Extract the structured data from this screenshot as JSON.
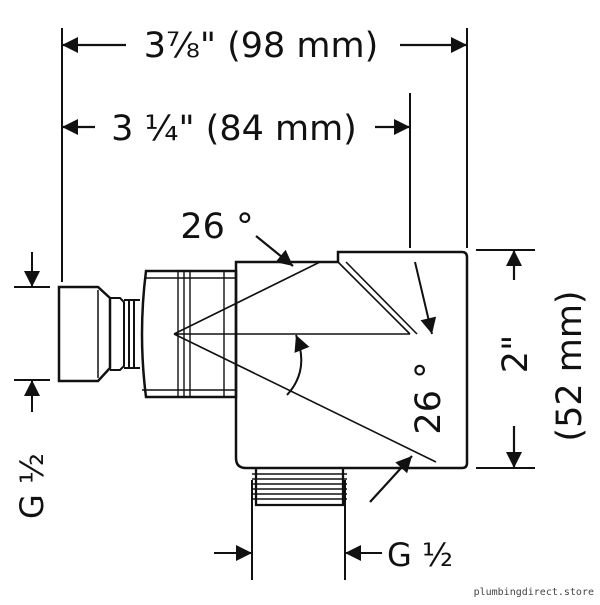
{
  "dimensions": {
    "overall_width": "3⅞\" (98 mm)",
    "inner_width": "3 ¼\" (84 mm)",
    "height_imperial": "2\"",
    "height_metric": "(52 mm)",
    "angle_top": "26 °",
    "angle_inner": "26 °",
    "thread_left": "G ½",
    "thread_bottom": "G ½"
  },
  "watermark": "plumbingdirect.store"
}
